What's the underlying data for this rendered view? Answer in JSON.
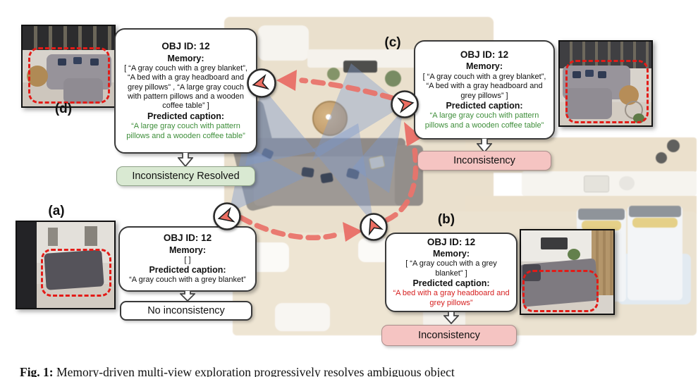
{
  "figure": {
    "caption_prefix": "Fig. 1:",
    "caption_text": " Memory-driven multi-view exploration progressively resolves ambiguous object"
  },
  "colors": {
    "green_text": "#3e8e3a",
    "red_text": "#d62020",
    "black_text": "#111111",
    "status_good_bg": "#d9e9d2",
    "status_bad_bg": "#f5c4c2",
    "status_neutral_bg": "#ffffff",
    "path_red": "#e9746c",
    "frustum_blue": "rgba(124,152,206,0.42)"
  },
  "view_labels": {
    "a": "(a)",
    "b": "(b)",
    "c": "(c)",
    "d": "(d)"
  },
  "callouts": {
    "a": {
      "obj_id": "OBJ ID: 12",
      "memory_title": "Memory:",
      "memory": "[ ]",
      "caption_title": "Predicted caption:",
      "caption": "“A gray couch with a grey blanket”",
      "caption_color": "#111111",
      "status": "No inconsistency",
      "status_bg": "#ffffff"
    },
    "b": {
      "obj_id": "OBJ ID: 12",
      "memory_title": "Memory:",
      "memory": "[ “A gray couch with a grey blanket” ]",
      "caption_title": "Predicted caption:",
      "caption": "“A bed with a gray headboard and grey pillows”",
      "caption_color": "#d62020",
      "status": "Inconsistency",
      "status_bg": "#f5c4c2"
    },
    "c": {
      "obj_id": "OBJ ID: 12",
      "memory_title": "Memory:",
      "memory": "[ “A gray couch with a grey blanket”, “A bed with a gray headboard and grey pillows” ]",
      "caption_title": "Predicted caption:",
      "caption": "“A large gray couch with pattern pillows and a wooden coffee table”",
      "caption_color": "#3e8e3a",
      "status": "Inconsistency",
      "status_bg": "#f5c4c2"
    },
    "d": {
      "obj_id": "OBJ ID: 12",
      "memory_title": "Memory:",
      "memory": "[ “A gray couch with a grey blanket”, “A bed with a gray headboard and grey pillows” , “A large gray couch with pattern pillows and a wooden coffee table” ]",
      "caption_title": "Predicted caption:",
      "caption": "“A large gray couch with pattern pillows and a wooden coffee table”",
      "caption_color": "#3e8e3a",
      "status": "Inconsistency Resolved",
      "status_bg": "#d9e9d2"
    }
  }
}
